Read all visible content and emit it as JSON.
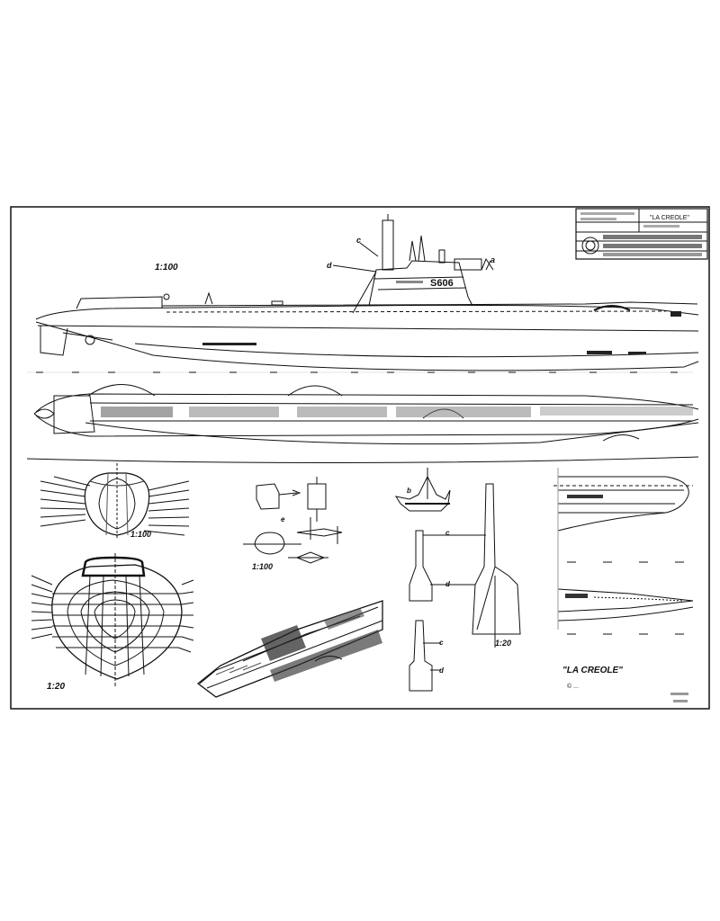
{
  "title_block": {
    "name": "\"LA CREOLE\"",
    "line_top": "",
    "line_mid": "",
    "line_bottom": ""
  },
  "hull_number": "S606",
  "scale_labels": {
    "profile": "1:100",
    "section_small": "1:100",
    "detail": "1:100",
    "periscope": "1:20",
    "section_large": "1:20"
  },
  "callouts": [
    "a",
    "b",
    "c",
    "d",
    "e"
  ],
  "drawing_title": "\"LA CREOLE\"",
  "credit": "© ...",
  "sheet_ref": ""
}
